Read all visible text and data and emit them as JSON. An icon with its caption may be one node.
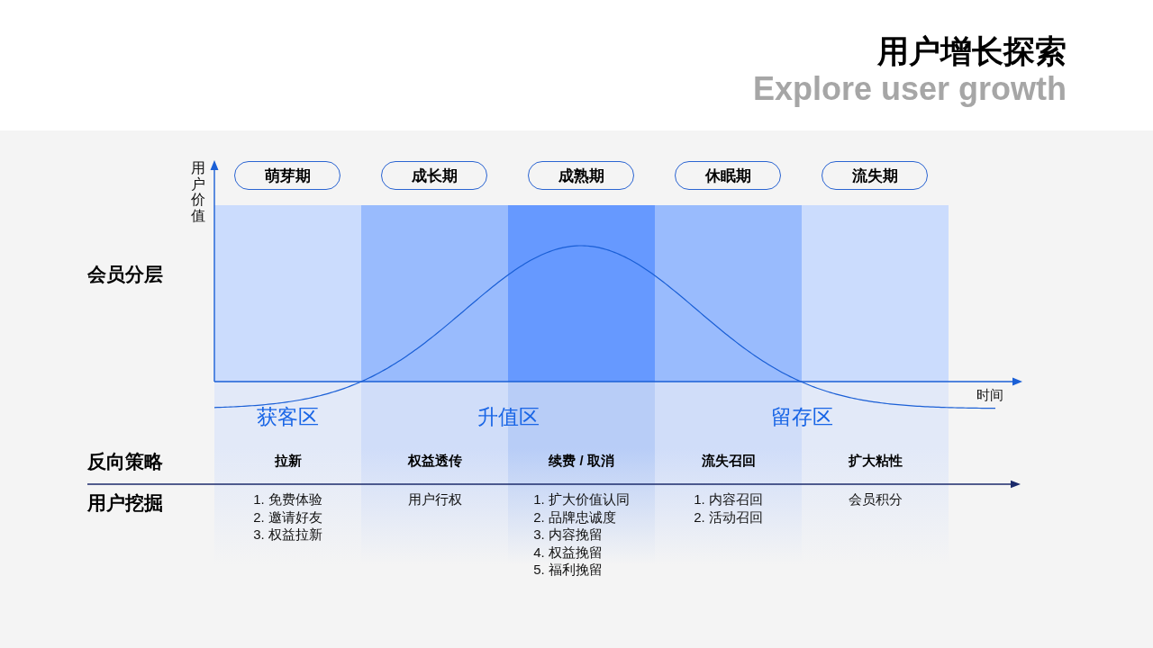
{
  "diagram": {
    "title": "用户增长探索",
    "nodes": [
      {
        "text": [
          "萌芽期"
        ]
      },
      {
        "text": [
          "成长期"
        ]
      },
      {
        "text": [
          "成熟期"
        ]
      },
      {
        "text": [
          "休眠期"
        ]
      },
      {
        "text": [
          "流失期"
        ]
      },
      {
        "text": [
          "拉新",
          "1. 免费体验",
          "2. 邀请好友",
          "3. 权益拉新"
        ]
      },
      {
        "text": [
          "权益透传",
          "用户行权"
        ]
      },
      {
        "text": [
          "续费 / 取消",
          "1. 扩大价值认同",
          "2. 品牌忠诚度",
          "3. 内容挽留",
          "4. 权益挽留",
          "5. 福利挽留"
        ]
      },
      {
        "text": [
          "流失召回",
          "1. 内容召回",
          "2. 活动召回"
        ]
      },
      {
        "text": [
          "扩大粘性",
          "会员积分"
        ]
      }
    ],
    "labels": [
      "Explore user growth",
      "用户价值",
      "会员分层",
      "时间",
      "获客区",
      "升值区",
      "留存区",
      "反向策略",
      "用户挖掘"
    ]
  }
}
